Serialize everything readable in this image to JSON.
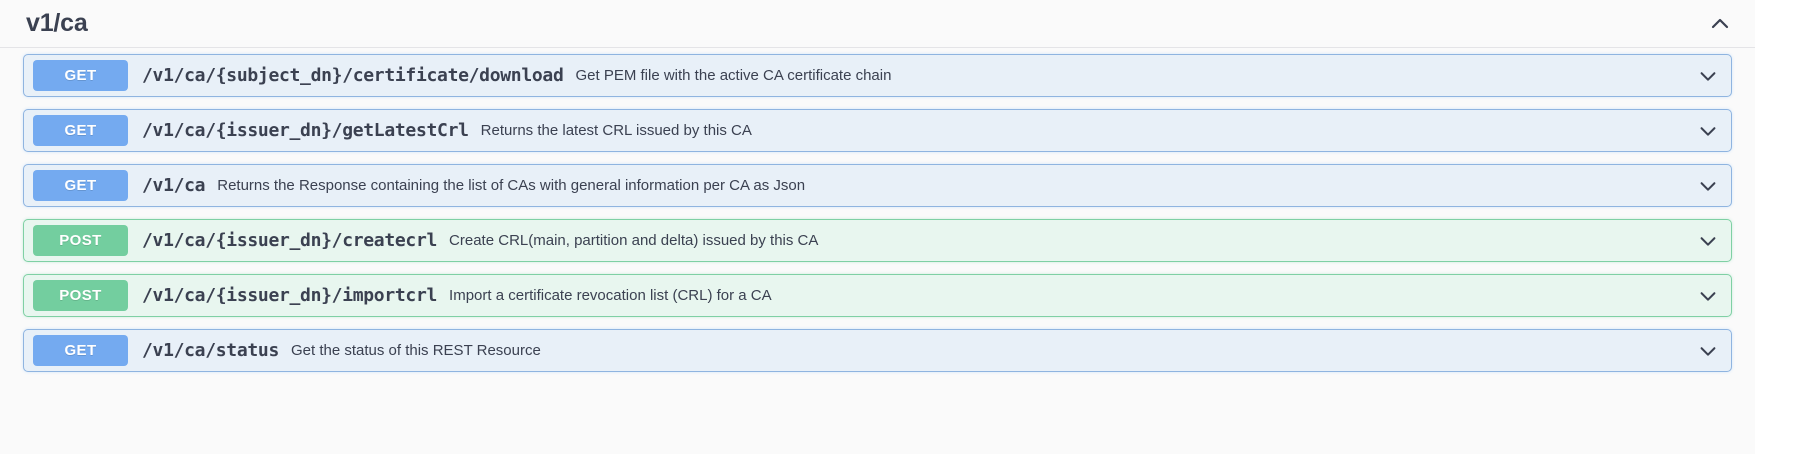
{
  "tag_section": {
    "name": "v1/ca",
    "expanded": true,
    "toggle_icon": "chevron-up-icon"
  },
  "operations": [
    {
      "method": "GET",
      "method_class": "get",
      "path": "/v1/ca/{subject_dn}/certificate/download",
      "description": "Get PEM file with the active CA certificate chain",
      "expand_icon": "chevron-down-icon"
    },
    {
      "method": "GET",
      "method_class": "get",
      "path": "/v1/ca/{issuer_dn}/getLatestCrl",
      "description": "Returns the latest CRL issued by this CA",
      "expand_icon": "chevron-down-icon"
    },
    {
      "method": "GET",
      "method_class": "get",
      "path": "/v1/ca",
      "description": "Returns the Response containing the list of CAs with general information per CA as Json",
      "expand_icon": "chevron-down-icon"
    },
    {
      "method": "POST",
      "method_class": "post",
      "path": "/v1/ca/{issuer_dn}/createcrl",
      "description": "Create CRL(main, partition and delta) issued by this CA",
      "expand_icon": "chevron-down-icon"
    },
    {
      "method": "POST",
      "method_class": "post",
      "path": "/v1/ca/{issuer_dn}/importcrl",
      "description": "Import a certificate revocation list (CRL) for a CA",
      "expand_icon": "chevron-down-icon"
    },
    {
      "method": "GET",
      "method_class": "get",
      "path": "/v1/ca/status",
      "description": "Get the status of this REST Resource",
      "expand_icon": "chevron-down-icon"
    }
  ],
  "colors": {
    "get_badge": "#74aaf0",
    "post_badge": "#73ce9f",
    "get_row_bg": "#e8f0f8",
    "post_row_bg": "#e8f6ef",
    "get_row_border": "#8fb4e0",
    "post_row_border": "#7fd0a4",
    "page_bg": "#fafafa",
    "text": "#3b4151"
  }
}
